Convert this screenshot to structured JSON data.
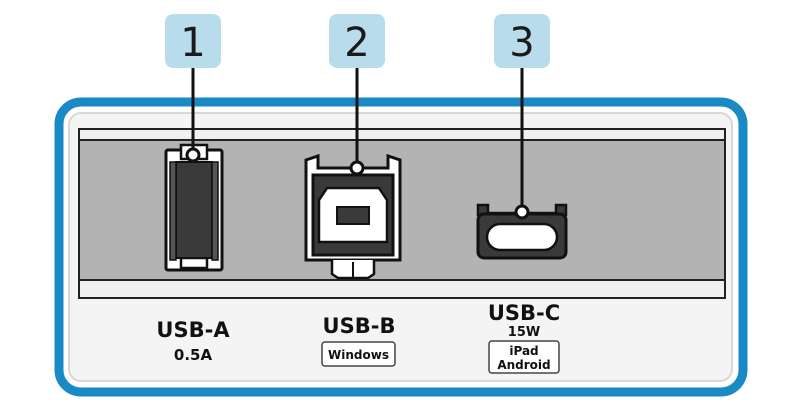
{
  "callouts": [
    "1",
    "2",
    "3"
  ],
  "ports": [
    {
      "name": "USB-A",
      "spec": "0.5A",
      "tags": []
    },
    {
      "name": "USB-B",
      "spec": "",
      "tags": [
        "Windows"
      ]
    },
    {
      "name": "USB-C",
      "spec": "15W",
      "tags": [
        "iPad",
        "Android"
      ]
    }
  ],
  "colors": {
    "frame": "#1a8ac6",
    "callout_fill": "#b9dcec",
    "panel": "#b3b3b3",
    "port_dark": "#3a3a3a"
  }
}
